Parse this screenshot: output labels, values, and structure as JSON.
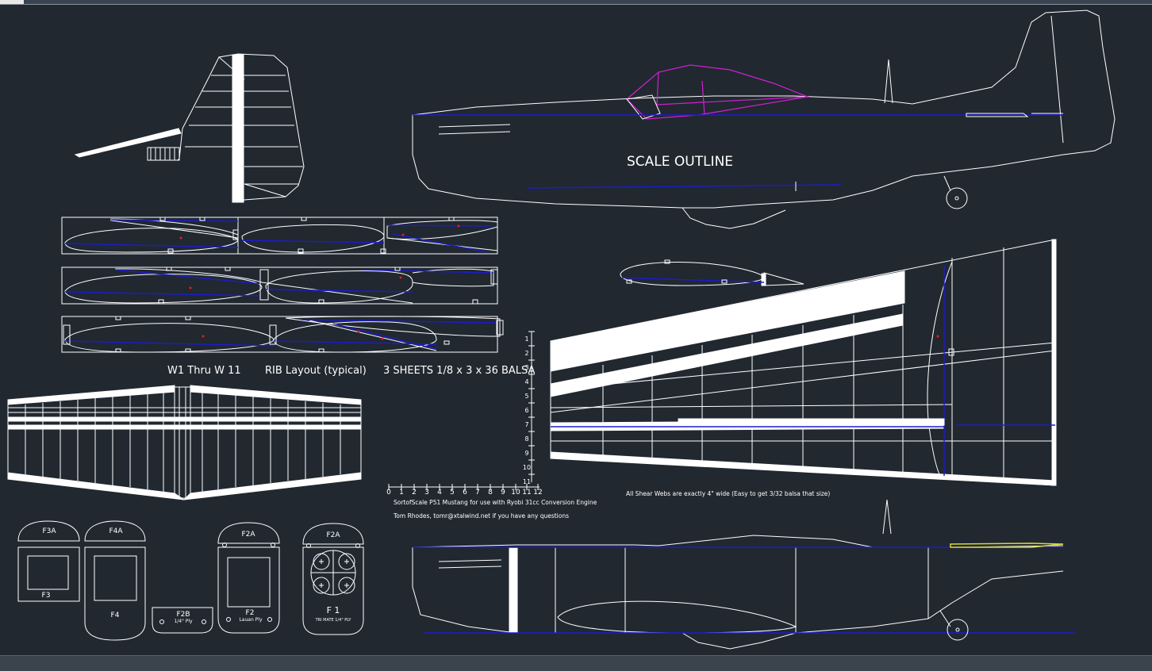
{
  "drawing": {
    "scale_outline_label": "SCALE OUTLINE",
    "rib_caption": {
      "part1": "W1 Thru W 11",
      "part2": "RIB Layout (typical)",
      "part3": "3 SHEETS 1/8 x 3 x 36 BALSA"
    },
    "notes": {
      "shear_webs": "All Shear Webs are exactly 4\" wide (Easy to get 3/32 balsa that size)",
      "engine": "SortofScale P51 Mustang for use with Ryobi 31cc Conversion Engine",
      "contact": "Tom Rhodes,   tomr@xtalwind.net if you have any questions"
    },
    "ruler_h_labels": [
      "0",
      "1",
      "2",
      "3",
      "4",
      "5",
      "6",
      "7",
      "8",
      "9",
      "10",
      "11",
      "12"
    ],
    "ruler_v_labels": [
      "1",
      "2",
      "3",
      "4",
      "5",
      "6",
      "7",
      "8",
      "9",
      "10",
      "11"
    ],
    "formers": {
      "f3a": "F3A",
      "f3": "F3",
      "f4a": "F4A",
      "f4": "F4",
      "f2b": "F2B",
      "f2b_note": "1/4\" Ply",
      "f2a_left": "F2A",
      "f2": "F2",
      "f2_note": "Lauan Ply",
      "f2a_right": "F2A",
      "f1": "F 1",
      "f1_note": "TRI MATE 1/4\" PLY"
    },
    "colors": {
      "background": "#212830",
      "lines": "#ffffff",
      "centerline": "#1c1ccf",
      "canopy": "#d21fd2",
      "highlight": "#d8d830"
    }
  }
}
